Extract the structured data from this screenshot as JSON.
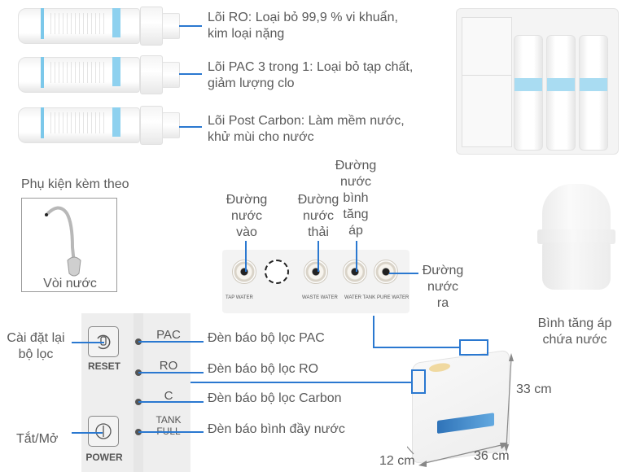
{
  "filters": [
    {
      "name": "ro",
      "line1": "Lõi RO: Loại bỏ 99,9 % vi khuẩn,",
      "line2": "kim loại nặng"
    },
    {
      "name": "pac",
      "line1": "Lõi PAC 3 trong 1: Loại bỏ tạp chất,",
      "line2": "giảm lượng clo"
    },
    {
      "name": "post-carbon",
      "line1": "Lõi  Post Carbon: Làm mềm nước,",
      "line2": "khử mùi cho nước"
    }
  ],
  "accessory": {
    "title": "Phụ kiện kèm theo",
    "item": "Vòi nước"
  },
  "ports": {
    "callouts": {
      "inlet": [
        "Đường",
        "nước",
        "vào"
      ],
      "waste": [
        "Đường",
        "nước",
        "thải"
      ],
      "tank": [
        "Đường",
        "nước",
        "bình",
        "tăng",
        "áp"
      ],
      "outlet": [
        "Đường",
        "nước",
        "ra"
      ]
    },
    "labels": {
      "tap": "TAP WATER",
      "waste": "WASTE WATER",
      "tank": "WATER TANK",
      "pure": "PURE WATER"
    }
  },
  "tank": {
    "line1": "Bình tăng áp",
    "line2": "chứa nước"
  },
  "control_panel": {
    "reset_label": "RESET",
    "power_label": "POWER",
    "leds": [
      "PAC",
      "RO",
      "C",
      "TANK",
      "FULL"
    ],
    "reset_callout_1": "Cài đặt lại",
    "reset_callout_2": "bộ lọc",
    "power_callout": "Tắt/Mở",
    "indicators": [
      "Đèn báo bộ lọc PAC",
      "Đèn báo bộ lọc RO",
      "Đèn báo bộ lọc Carbon",
      "Đèn báo bình đầy nước"
    ]
  },
  "dimensions": {
    "height": "33 cm",
    "width": "36 cm",
    "depth": "12 cm"
  },
  "colors": {
    "callout_line": "#2a78d0",
    "text": "#5a5a5a",
    "filter_label": "#8ed1ef"
  }
}
